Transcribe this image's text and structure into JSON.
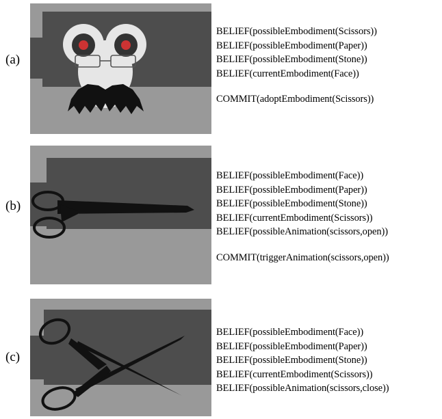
{
  "colors": {
    "light_gray": "#999999",
    "dark_gray": "#4d4d4d",
    "face_white": "#e6e6e6",
    "eye_dark": "#333333",
    "pupil_red": "#cc3333",
    "ink": "#111111"
  },
  "panels": [
    {
      "label": "(a)",
      "image_icon": "face-icon",
      "beliefs": [
        "BELIEF(possibleEmbodiment(Scissors))",
        "BELIEF(possibleEmbodiment(Paper))",
        "BELIEF(possibleEmbodiment(Stone))",
        "BELIEF(currentEmbodiment(Face))"
      ],
      "commit": "COMMIT(adoptEmbodiment(Scissors))"
    },
    {
      "label": "(b)",
      "image_icon": "scissors-closed-icon",
      "beliefs": [
        "BELIEF(possibleEmbodiment(Face))",
        "BELIEF(possibleEmbodiment(Paper))",
        "BELIEF(possibleEmbodiment(Stone))",
        "BELIEF(currentEmbodiment(Scissors))",
        "BELIEF(possibleAnimation(scissors,open))"
      ],
      "commit": "COMMIT(triggerAnimation(scissors,open))"
    },
    {
      "label": "(c)",
      "image_icon": "scissors-open-icon",
      "beliefs": [
        "BELIEF(possibleEmbodiment(Face))",
        "BELIEF(possibleEmbodiment(Paper))",
        "BELIEF(possibleEmbodiment(Stone))",
        "BELIEF(currentEmbodiment(Scissors))",
        "BELIEF(possibleAnimation(scissors,close))"
      ]
    }
  ]
}
